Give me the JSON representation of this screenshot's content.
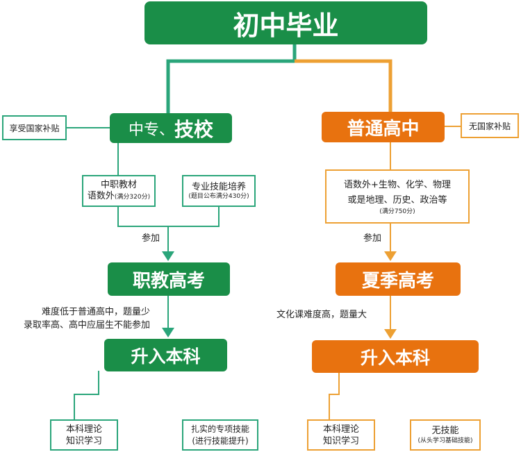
{
  "colors": {
    "green": "#1a8e48",
    "teal": "#2aa57a",
    "orange": "#e8720f",
    "light_orange": "#eda033"
  },
  "root": "初中毕业",
  "left": {
    "title_prefix": "中专、",
    "title_main": "技校",
    "side_note": "享受国家补贴",
    "box1": {
      "line1": "中职教材",
      "line2": "语数外",
      "small": "(满分320分)"
    },
    "box2": {
      "line1": "专业技能培养",
      "small": "(题目公布满分430分)"
    },
    "join_label": "参加",
    "exam": "职教高考",
    "exam_note": {
      "line1": "难度低于普通高中，题量少",
      "line2": "录取率高、高中应届生不能参加"
    },
    "result": "升入本科",
    "leaf1": {
      "line1": "本科理论",
      "line2": "知识学习"
    },
    "leaf2": {
      "line1": "扎实的专项技能",
      "line2": "(进行技能提升)"
    }
  },
  "right": {
    "title": "普通高中",
    "side_note": "无国家补贴",
    "subjects": {
      "line1": "语数外+生物、化学、物理",
      "line2": "或是地理、历史、政治等",
      "small": "(满分750分)"
    },
    "join_label": "参加",
    "exam": "夏季高考",
    "exam_note": "文化课难度高，题量大",
    "result": "升入本科",
    "leaf1": {
      "line1": "本科理论",
      "line2": "知识学习"
    },
    "leaf2": {
      "line1": "无技能",
      "small": "(从头学习基础技能)"
    }
  }
}
